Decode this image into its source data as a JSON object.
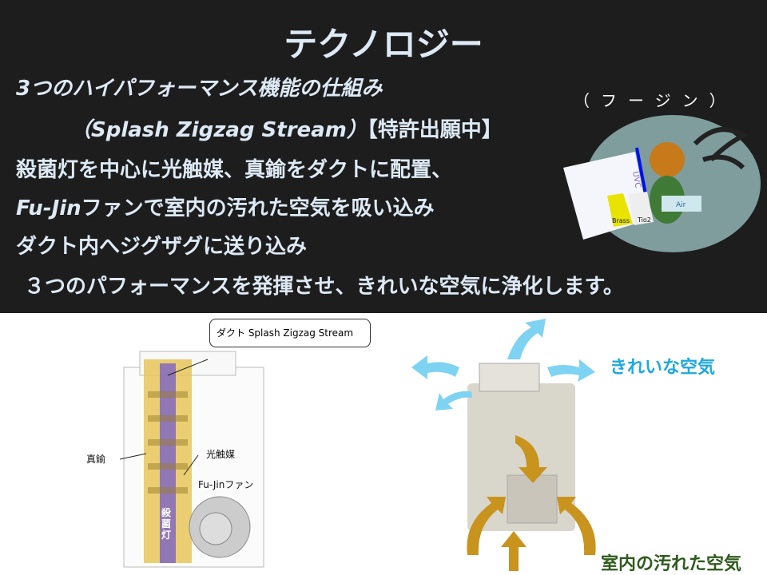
{
  "title": "テクノロジー",
  "lines": {
    "l1": "3つのハイパフォーマンス機能の仕組み",
    "l2a": "（Splash Zigzag Stream）",
    "l2b": "【特許出願中】",
    "l3": "殺菌灯を中心に光触媒、真鍮をダクトに配置、",
    "l4a": "Fu-Jin",
    "l4b": "ファンで室内の汚れた空気を吸い込み",
    "l5": "ダクト内へジグザグに送り込み",
    "l6": "３つのパフォーマンスを発揮させ、きれいな空気に浄化します。"
  },
  "fujin_reading": "（フージン）",
  "illustration": {
    "uvc": "UVC",
    "brass": "Brass",
    "tio2": "Tio2",
    "air": "Air"
  },
  "diagram": {
    "callout": "ダクト Splash Zigzag Stream",
    "brass": "真鍮",
    "photocatalyst": "光触媒",
    "fan": "Fu-Jinファン",
    "lamp": "殺菌灯"
  },
  "airflow": {
    "clean": "きれいな空気",
    "dirty": "室内の汚れた空気"
  },
  "colors": {
    "clean": "#1fa8e0",
    "dirty": "#2f5a1c",
    "bg": "#1d1d1d"
  }
}
